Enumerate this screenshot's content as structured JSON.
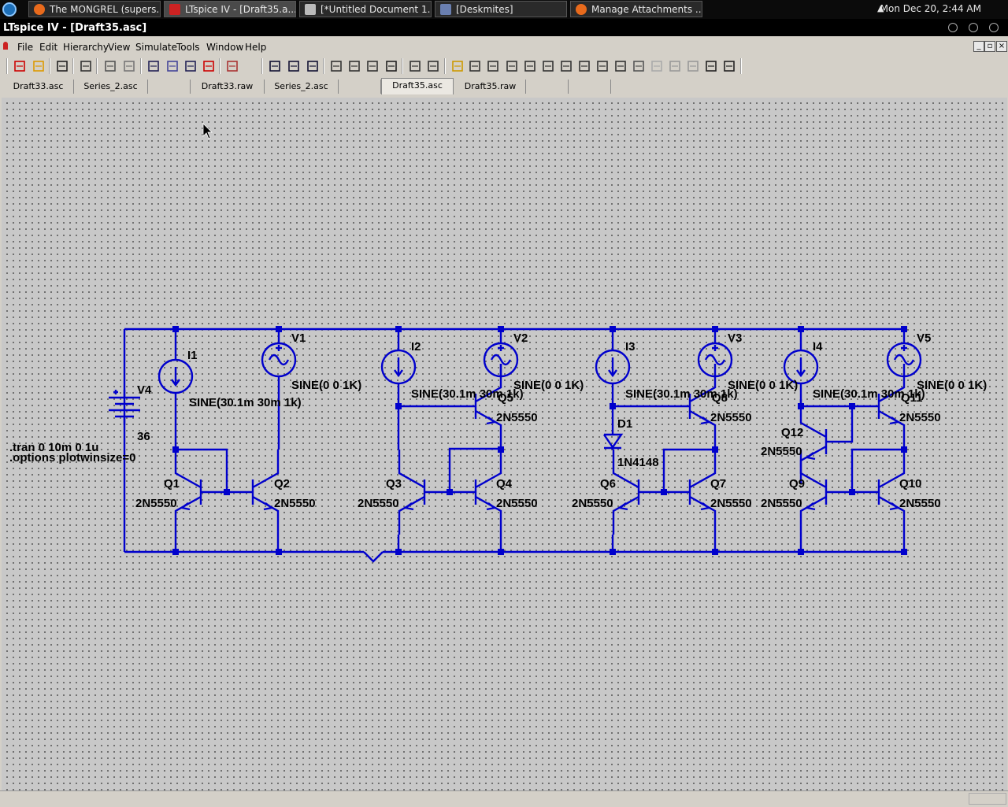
{
  "taskbar": {
    "tasks": [
      {
        "label": "The MONGREL (supers..."
      },
      {
        "label": "LTspice IV - [Draft35.a..."
      },
      {
        "label": "[*Untitled Document 1..."
      },
      {
        "label": "[Deskmites]"
      },
      {
        "label": "Manage Attachments ..."
      }
    ],
    "clock": "Mon Dec 20,  2:44 AM"
  },
  "window": {
    "title": "LTspice IV - [Draft35.asc]"
  },
  "menu": [
    "File",
    "Edit",
    "Hierarchy",
    "View",
    "Simulate",
    "Tools",
    "Window",
    "Help"
  ],
  "tabs": [
    "Draft33.asc",
    "Series_2.asc",
    "",
    "Draft33.raw",
    "Series_2.asc",
    "",
    "Draft35.asc",
    "Draft35.raw",
    "",
    ""
  ],
  "active_tab": "Draft35.asc",
  "icons": {
    "toolbar": [
      "new-schematic-icon",
      "open-icon",
      "save-icon",
      "control-panel-icon",
      "run-icon",
      "halt-icon",
      "zoom-in-icon",
      "zoom-pan-icon",
      "zoom-out-icon",
      "zoom-cancel-icon",
      "autoscale-icon",
      "tile-vertical-icon",
      "cascade-icon",
      "tile-horizontal-icon",
      "cut-icon",
      "copy-icon",
      "paste-icon",
      "find-icon",
      "print-setup-icon",
      "print-icon",
      "wire-icon",
      "ground-icon",
      "label-net-icon",
      "resistor-icon",
      "capacitor-icon",
      "inductor-icon",
      "diode-icon",
      "component-icon",
      "move-icon",
      "drag-icon",
      "undo-icon",
      "redo-icon",
      "rotate-icon",
      "mirror-icon",
      "text-icon",
      "spice-directive-icon"
    ]
  },
  "schematic": {
    "directives": [
      ".tran 0 10m 0 1u",
      ".options plotwinsize=0"
    ],
    "labels": {
      "V4": "V4",
      "V4_val": "36",
      "I1": "I1",
      "I1_val": "SINE(30.1m 30m 1k)",
      "V1": "V1",
      "V1_val": "SINE(0 0 1K)",
      "I2": "I2",
      "I2_val": "SINE(30.1m 30m 1k)",
      "V2": "V2",
      "V2_val": "SINE(0 0 1K)",
      "I3": "I3",
      "I3_val": "SINE(30.1m 30m 1k)",
      "V3": "V3",
      "V3_val": "SINE(0 0 1K)",
      "I4": "I4",
      "I4_val": "SINE(30.1m 30m 1k)",
      "V5": "V5",
      "V5_val": "SINE(0 0 1K)",
      "Q1": "Q1",
      "Q2": "Q2",
      "Q3": "Q3",
      "Q4": "Q4",
      "Q5": "Q5",
      "Q6": "Q6",
      "Q7": "Q7",
      "Q8": "Q8",
      "Q9": "Q9",
      "Q10": "Q10",
      "Q11": "Q11",
      "Q12": "Q12",
      "model": "2N5550",
      "D1": "D1",
      "D1_val": "1N4148"
    },
    "colors": {
      "wire": "#0000cc",
      "junction": "#0000cc",
      "canvas": "#c8c8c8"
    }
  }
}
